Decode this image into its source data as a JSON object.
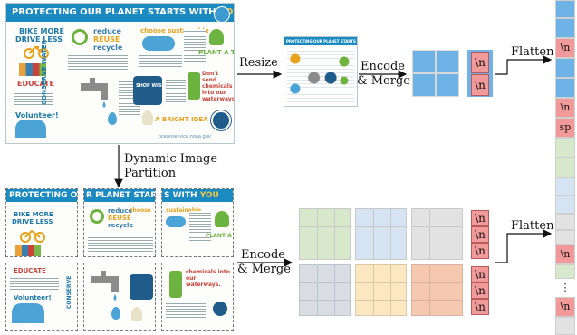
{
  "poster": {
    "banner_text": "PROTECTING OUR PLANET STARTS WITH",
    "banner_highlight": "YOU",
    "bike_more": "BIKE MORE",
    "drive_less": "DRIVE LESS",
    "reduce": "reduce",
    "reuse": "REUSE",
    "recycle": "recycle",
    "choose_sustainable": "choose sustainable",
    "plant_a_tree": "PLANT A TREE",
    "educate": "EDUCATE",
    "conserve_water": "CONSERVE WATER",
    "shop_wisely": "SHOP WISELY",
    "dont_send": "Don't send chemicals into our waterways.",
    "volunteer": "Volunteer!",
    "bright_idea": "A BRIGHT IDEA",
    "footer_url": "oceanservice.noaa.gov"
  },
  "labels": {
    "resize": "Resize",
    "encode_merge_top_line1": "Encode",
    "encode_merge_top_line2": "& Merge",
    "flatten_top": "Flatten",
    "dynamic_partition_line1": "Dynamic Image",
    "dynamic_partition_line2": "Partition",
    "encode_merge_bottom_line1": "Encode",
    "encode_merge_bottom_line2": "& Merge",
    "flatten_bottom": "Flatten"
  },
  "tokens": {
    "newline": "\\n",
    "separator": "sp",
    "ellipsis": "⋮"
  },
  "colors": {
    "token_blue": "#6fb3e6",
    "token_red": "#f29a9a",
    "token_green": "#d8e8cc",
    "token_lightblue": "#d6e3f3",
    "token_gray": "#e2e2e2",
    "token_yellow": "#fde7c2",
    "token_orange": "#f5c9b0",
    "banner_blue": "#1a8ac0"
  }
}
